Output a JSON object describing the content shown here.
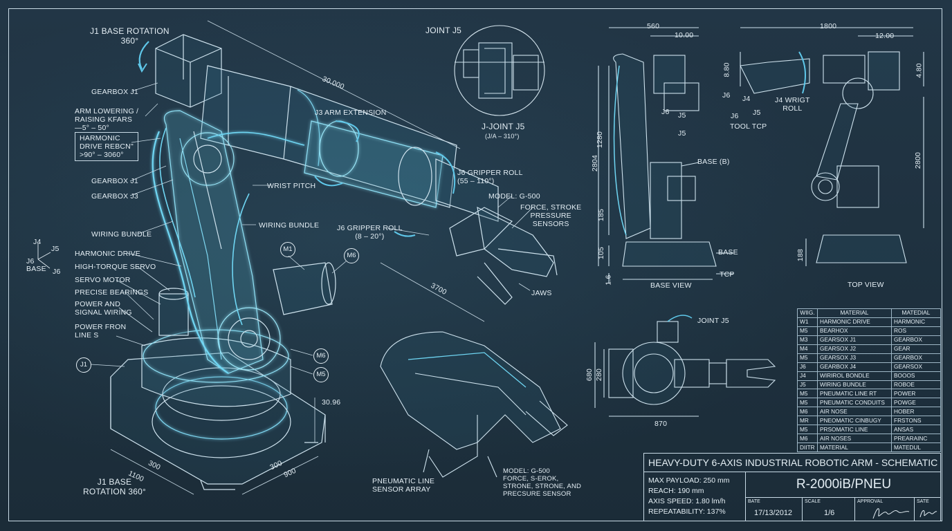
{
  "title_block": {
    "title": "HEAVY-DUTY 6-AXIS INDUSTRIAL ROBOTIC ARM - SCHEMATIC",
    "specs": [
      "MAX PAYLOAD: 250 mm",
      "REACH: 190 mm",
      "AXIS SPEED: 1.80 lm/h",
      "REPEATABILITY: 137%"
    ],
    "model": "R-2000iB/PNEU",
    "date_label": "BATE",
    "date": "17/13/2012",
    "scale_label": "SCALE",
    "scale": "1/6",
    "approval_label": "APPROVAL",
    "sate_label": "SATE"
  },
  "main_callouts": {
    "j1_rotation": "J1 BASE ROTATION\n360°",
    "gearbox_j1_top": "GEARBOX J1",
    "arm_lowering": "ARM LOWERING /\nRAISING KFARS\n—5° – 50°",
    "harmonic_box": "HARMONIC\nDRIVE REBCN\"\n>90° – 3060°",
    "gearbox_j1": "GEARBOX J1",
    "gearbox_j3": "GEARBOX J3",
    "wiring_bundle_left": "WIRING BUNDLE",
    "harmonic_drive": "HARMONIC DRIVE",
    "high_torque": "HIGH-TORQUE SERVO",
    "servo_motor": "SERVO MOTOR",
    "bearings": "PRECISE BEARINGS",
    "power_signal": "POWER AND\nSIGNAL WIRING",
    "power_line": "POWER FRON\nLINE S",
    "j1_base": "J1 BASE\nROTATION 360°",
    "dim_top": "30.000",
    "j3_extension": "J3 ARM EXTENSION",
    "wrist_pitch": "WRIST PITCH",
    "wiring_bundle_mid": "WIRING BUNDLE",
    "j6_gripper_top": "J6 GRIPPER ROLL\n(55 – 110°)",
    "model_g500": "MODEL: G-500",
    "force_stroke": "FORCE, STROKE\nPRESSURE\nSENSORS",
    "j6_gripper_left": "J6 GRIPPER ROLL\n(8 – 20°)",
    "jaws": "JAWS",
    "dim_3700": "3700",
    "dim_3096": "30.96",
    "dim_300a": "300",
    "dim_300b": "300",
    "dim_900": "900",
    "dim_1100": "1100",
    "circle_m1": "M1",
    "circle_m6": "M6",
    "circle_m6b": "M6",
    "circle_m5": "M5",
    "circle_j1": "J1",
    "axes_j4": "J4",
    "axes_j5": "J5",
    "axes_j6": "J6",
    "axes_base": "BASE",
    "axes_j6b": "J6"
  },
  "detail_views": {
    "joint_j5_top": "JOINT J5",
    "j_joint_j5": "J-JOINT J5",
    "j_joint_range": "(J/A – 310°)",
    "side_dim_560": "560",
    "side_dim_1000": "10.00",
    "side_dim_2804": "2804",
    "side_dim_1280": "1280",
    "side_dim_185": "185",
    "side_dim_105": "105",
    "side_dim_16": "1.6",
    "side_j6": "J6",
    "side_j5": "J5",
    "side_j5b": "J5",
    "side_base_b": "BASE (B)",
    "side_base": "BASE",
    "side_tcp": "TCP",
    "base_view": "BASE VIEW",
    "top_dim_1800": "1800",
    "top_dim_1200": "12.00",
    "top_dim_480": "4.80",
    "top_dim_880": "8.80",
    "top_dim_2800": "2800",
    "top_dim_188": "188",
    "top_j6": "J6",
    "top_j4": "J4",
    "top_j5": "J5",
    "top_j4_wrist": "J4 WRIGT\nROLL",
    "tool_tcp": "TOOL TCP",
    "top_view": "TOP VIEW",
    "joint_j5_front": "JOINT J5",
    "front_dim_870": "870",
    "front_dim_680": "680",
    "front_dim_280": "280",
    "pneumatic_line": "PNEUMATIC LINE\nSENSOR ARRAY",
    "model_g500_b": "MODEL: G-500\nFORCE, S-EROK,\nSTRONE, STRONE, AND\nPRECSURE SENSOR"
  },
  "material_table": {
    "headers": [
      "WIIG.",
      "MATERIAL",
      "MATEDIAL"
    ],
    "rows": [
      [
        "W1",
        "HARMONIC DRIVE",
        "HARMONIC"
      ],
      [
        "M5",
        "BEARHOX",
        "ROS"
      ],
      [
        "M3",
        "GEARSOX J1",
        "GEARBOX"
      ],
      [
        "M4",
        "GEARSOX J2",
        "GEAR"
      ],
      [
        "M5",
        "GEARSOX J3",
        "GEARBOX"
      ],
      [
        "J6",
        "GEARBOX J4",
        "GEARSOX"
      ],
      [
        "J4",
        "WIRIROL BONDLE",
        "BOOOS"
      ],
      [
        "J5",
        "WIRING BUNDLE",
        "ROBOE"
      ],
      [
        "M5",
        "PNEUMATIC LINE RT",
        "POWER"
      ],
      [
        "M5",
        "PNEUMATIC CONDUITS",
        "POWGE"
      ],
      [
        "M6",
        "AIR NOSE",
        "HOBER"
      ],
      [
        "MR",
        "PNEOMATIC CINBUGY",
        "FRSTONS"
      ],
      [
        "M5",
        "PRSOMATIC LINE",
        "ANSAS"
      ],
      [
        "M6",
        "AIR NOSES",
        "PREARAINC"
      ],
      [
        "DIITR",
        "MATERIAL",
        "MATEDUL"
      ]
    ]
  },
  "colors": {
    "background": "#1d2f3c",
    "line": "#d6e6ef",
    "glow": "#5fd3f0"
  }
}
